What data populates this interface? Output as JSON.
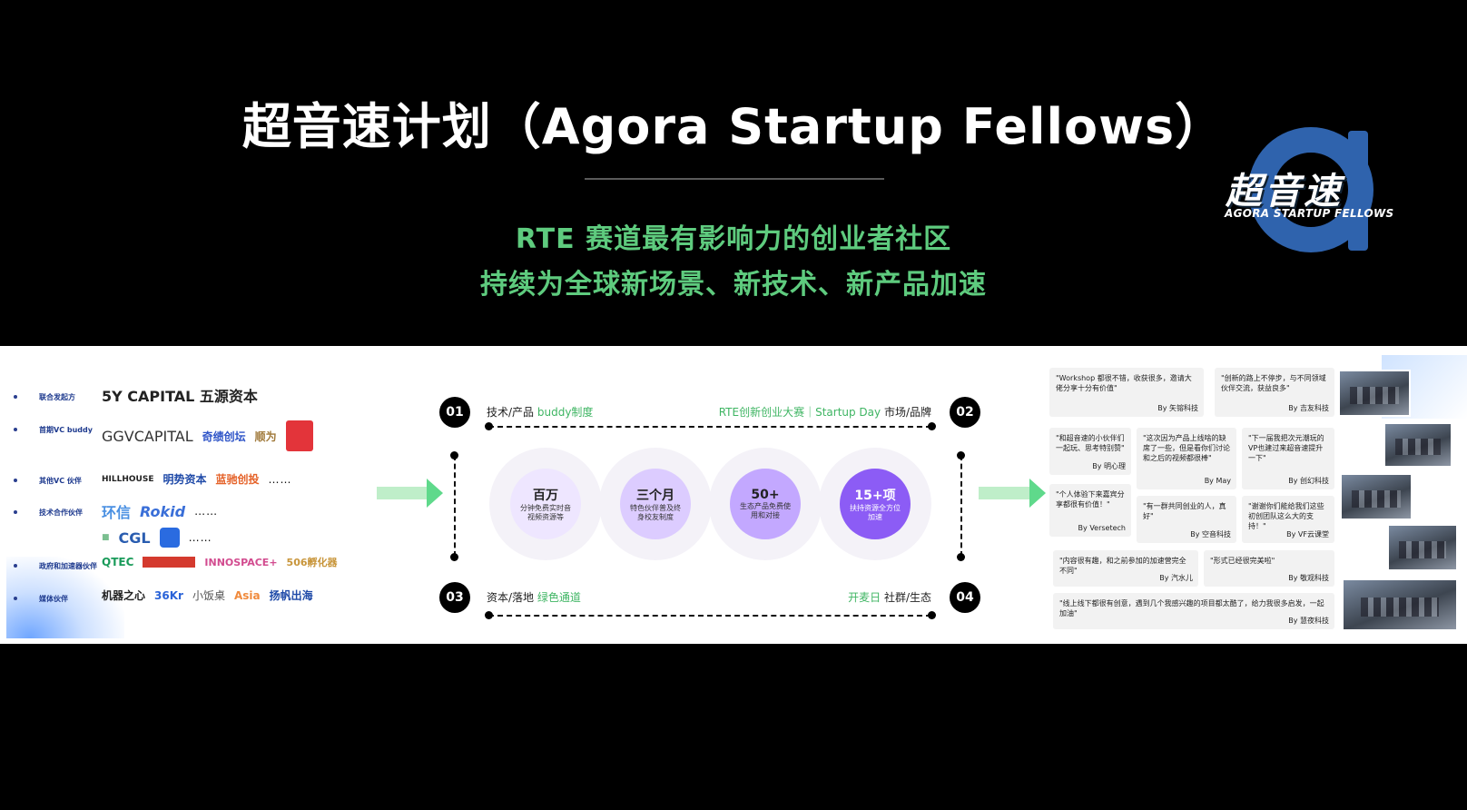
{
  "title": "超音速计划（Agora Startup Fellows）",
  "subtitle_1": "RTE 赛道最有影响力的创业者社区",
  "subtitle_2": "持续为全球新场景、新技术、新产品加速",
  "logo": {
    "main": "超音速",
    "tagline": "AGORA STARTUP FELLOWS"
  },
  "partners": [
    {
      "category": "联合发起方",
      "logos": [
        "5Y CAPITAL 五源资本"
      ]
    },
    {
      "category": "首期VC buddy",
      "logos": [
        "GGVCAPITAL",
        "奇绩创坛",
        "顺为"
      ]
    },
    {
      "category": "其他VC 伙伴",
      "logos": [
        "HILLHOUSE",
        "明势资本",
        "蓝驰创投"
      ],
      "more": "……"
    },
    {
      "category": "技术合作伙伴",
      "logos": [
        "环信",
        "Rokid"
      ],
      "more": "……"
    },
    {
      "category": "",
      "logos": [
        "CGL"
      ],
      "more": "……"
    },
    {
      "category": "政府和加速器伙伴",
      "logos": [
        "QTEC",
        "INNOSPACE+",
        "506孵化器"
      ]
    },
    {
      "category": "媒体伙伴",
      "logos": [
        "机器之心",
        "36Kr",
        "小饭桌",
        "Asia",
        "扬帆出海"
      ]
    }
  ],
  "center": {
    "badges": [
      "01",
      "02",
      "03",
      "04"
    ],
    "label_01": {
      "text": "技术/产品 ",
      "green": "buddy制度"
    },
    "label_02": {
      "green": "RTE创新创业大赛｜Startup Day",
      "text": " 市场/品牌"
    },
    "label_03": {
      "text": "资本/落地 ",
      "green": "绿色通道"
    },
    "label_04": {
      "green": "开麦日",
      "text": " 社群/生态"
    },
    "circles": [
      {
        "head": "百万",
        "text": "分钟免费实时音视频资源等",
        "color": "#eee6ff"
      },
      {
        "head": "三个月",
        "text": "特色伙伴普及终身校友制度",
        "color": "#dcccff"
      },
      {
        "head": "50+",
        "text": "生态产品免费使用和对接",
        "color": "#c3a8ff"
      },
      {
        "head": "15+项",
        "text": "扶持资源全方位加速",
        "color": "#8c5cf5"
      }
    ]
  },
  "quotes": [
    {
      "text": "\"Workshop 都很不错，收获很多，邀请大佬分享十分有价值\"",
      "by": "By 矢镕科技"
    },
    {
      "text": "\"创新的路上不停步，与不同领域伙伴交流，获益良多\"",
      "by": "By 吉友科技"
    },
    {
      "text": "\"和超音速的小伙伴们一起玩、思考特别赞\"",
      "by": "By 明心理"
    },
    {
      "text": "\"这次因为产品上线啥的缺席了一些，但是看你们讨论和之后的视频都很棒\"",
      "by": "By May"
    },
    {
      "text": "\"下一届我把次元潮玩的VP也建过来超音速提升一下\"",
      "by": "By 创幻科技"
    },
    {
      "text": "\"个人体验下来嘉宾分享都很有价值！\"",
      "by": "By Versetech"
    },
    {
      "text": "\"有一群共同创业的人，真好\"",
      "by": "By 空音科技"
    },
    {
      "text": "\"谢谢你们能给我们这些初创团队这么大的支持！\"",
      "by": "By VF云课堂"
    },
    {
      "text": "\"内容很有趣，和之前参加的加速营完全不同\"",
      "by": "By 汽水儿"
    },
    {
      "text": "\"形式已经很完美啦\"",
      "by": "By 敬观科技"
    },
    {
      "text": "\"线上线下都很有创意，遇到几个我感兴趣的项目都太酷了，给力我很多启发，一起加油\"",
      "by": "By 慧夜科技"
    }
  ]
}
